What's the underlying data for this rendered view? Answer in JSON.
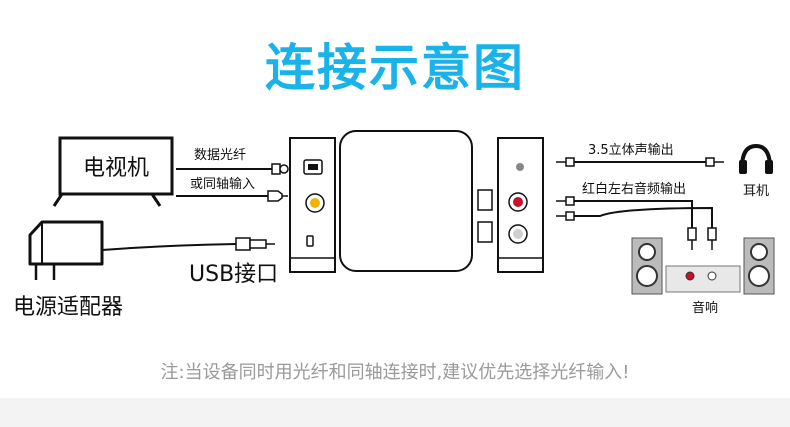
{
  "title": "连接示意图",
  "devices": {
    "tv": "电视机",
    "adapter": "电源适配器",
    "headphones": "耳机",
    "speaker": "音响"
  },
  "connections": {
    "optical": "数据光纤",
    "coaxial": "或同轴输入",
    "usb": "USB接口",
    "audio_35": "3.5立体声输出",
    "rca_out": "红白左右音频输出"
  },
  "note": "注:当设备同时用光纤和同轴连接时,建议优先选择光纤输入!",
  "colors": {
    "title": "#19b3ea",
    "note": "#9a9a9a",
    "line": "#111111",
    "rca_red": "#c8102e",
    "coax_yellow": "#f0b400"
  },
  "icons": [
    "tv-icon",
    "power-adapter-icon",
    "converter-box-icon",
    "headphones-icon",
    "speaker-icon",
    "optical-plug-icon",
    "rca-plug-icon",
    "usb-plug-icon",
    "audio-jack-icon"
  ]
}
